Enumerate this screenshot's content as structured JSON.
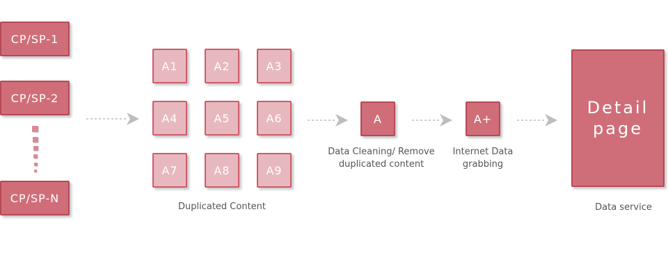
{
  "sources": [
    "CP/SP-1",
    "CP/SP-2",
    "CP/SP-N"
  ],
  "duplicated": {
    "items": [
      "A1",
      "A2",
      "A3",
      "A4",
      "A5",
      "A6",
      "A7",
      "A8",
      "A9"
    ],
    "caption": "Duplicated Content"
  },
  "cleaning": {
    "box": "A",
    "caption_line1": "Data Cleaning/ Remove",
    "caption_line2": "duplicated content"
  },
  "grabbing": {
    "box": "A+",
    "caption_line1": "Internet Data",
    "caption_line2": "grabbing"
  },
  "service": {
    "line1": "Detail",
    "line2": "page",
    "caption": "Data service"
  },
  "colors": {
    "box_fill": "#cf6e78",
    "box_light_fill": "#e8b8bf",
    "border": "#b84756",
    "arrow": "#bdbdbd"
  }
}
